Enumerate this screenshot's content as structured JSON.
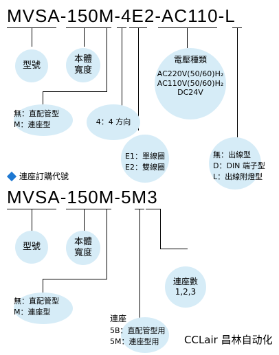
{
  "model1": {
    "segments": [
      "MVSA",
      "150M",
      "4E2",
      "AC110",
      "L"
    ],
    "separator": "-"
  },
  "model1_labels": {
    "type": "型號",
    "body_width": "本體\n寬度",
    "voltage_title": "電壓種類",
    "voltage_lines": [
      "AC220V(50/60)H₂",
      "AC110V(50/60)H₂",
      "DC24V"
    ],
    "pipe_options": "無：直配管型\nM：連座型",
    "direction_bubble": "4",
    "direction_text": "4：4 方向",
    "coil_options": "E1：單線圈\nE2：雙線圈",
    "outlet_options": "無：出線型\nD：DIN 端子型\nL：出線附燈型"
  },
  "section2_title": "連座訂購代號",
  "model2": {
    "segments": [
      "MVSA",
      "150M",
      "5M3"
    ],
    "separator": "-"
  },
  "model2_labels": {
    "type": "型號",
    "body_width": "本體\n寬度",
    "count_title": "連座數",
    "count_values": "1,2,3",
    "pipe_options": "無：直配管型\nM：連座型",
    "base_title": "連座",
    "base_options": "5B：直配管型用\n5M：連座型用",
    "watermark": "CCLair 昌林自动化"
  }
}
